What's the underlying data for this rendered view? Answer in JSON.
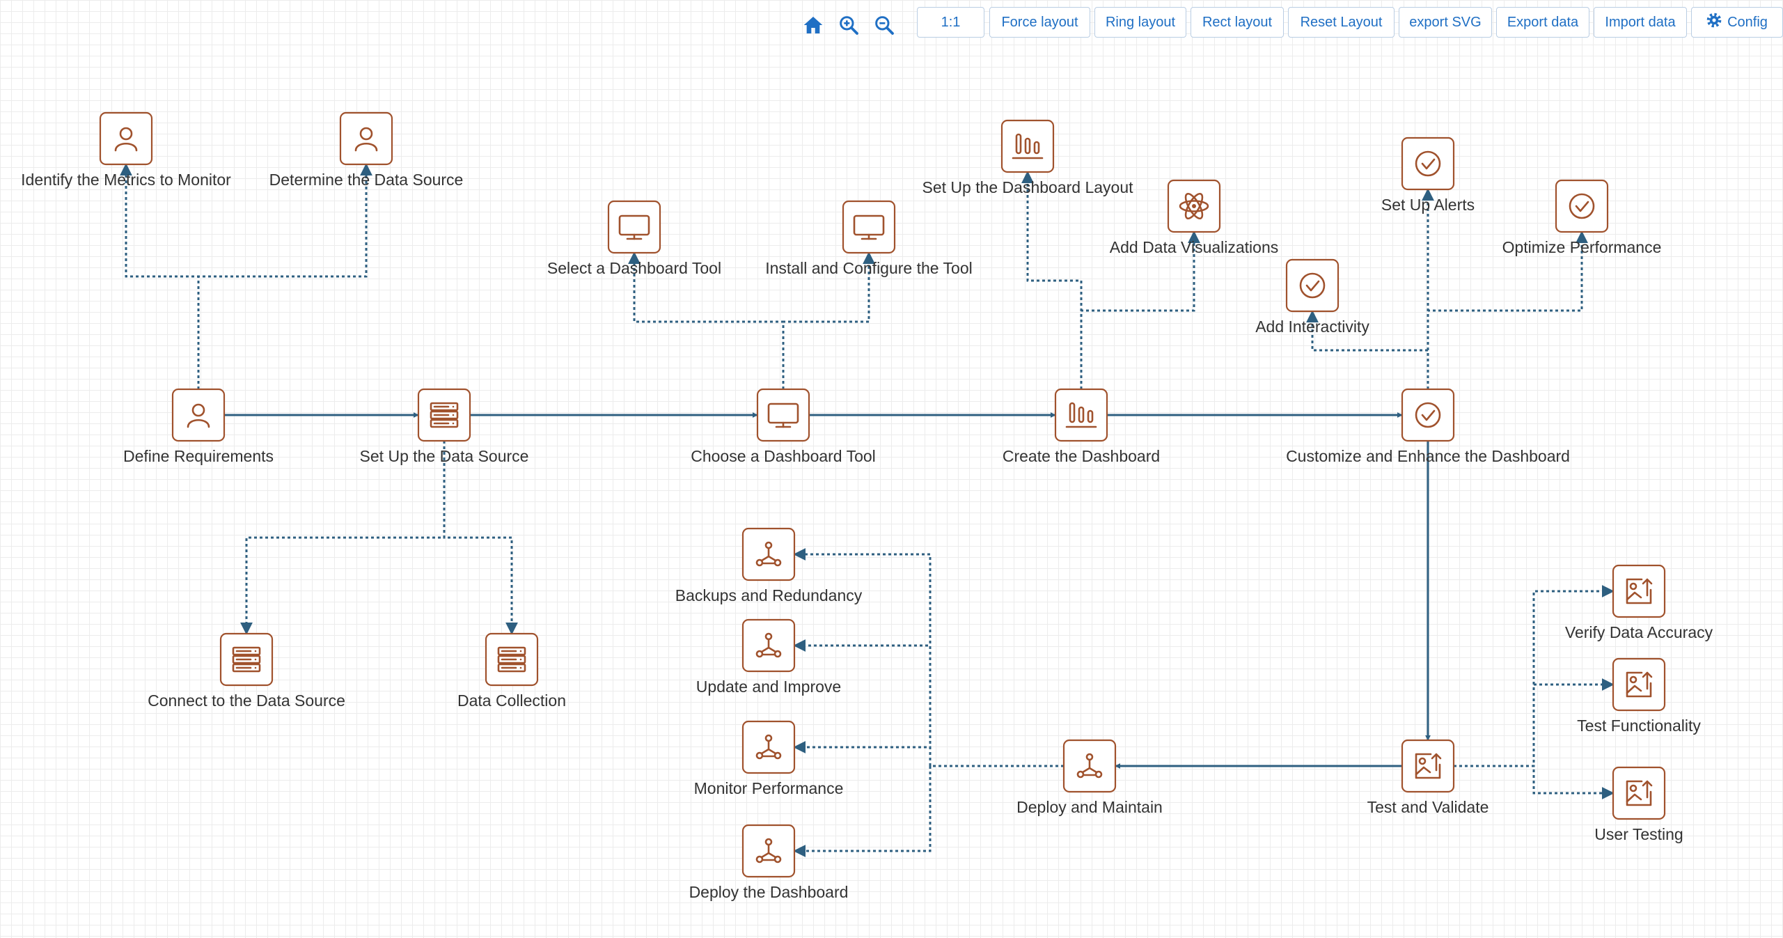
{
  "toolbar": {
    "home_icon": "home-icon",
    "zoom_in_icon": "zoom-in-icon",
    "zoom_out_icon": "zoom-out-icon",
    "buttons": [
      "1:1",
      "Force layout",
      "Ring layout",
      "Rect layout",
      "Reset Layout",
      "export SVG",
      "Export data",
      "Import data"
    ],
    "config_label": "Config",
    "config_icon": "gear-icon",
    "accent_color": "#1f6fc4"
  },
  "diagram": {
    "node_color": "#a0522d",
    "edge_color": "#2e5f80",
    "nodes": [
      {
        "id": "define_requirements",
        "label": "Define Requirements",
        "icon": "user"
      },
      {
        "id": "setup_data_source",
        "label": "Set Up the Data Source",
        "icon": "server"
      },
      {
        "id": "choose_dashboard_tool",
        "label": "Choose a Dashboard Tool",
        "icon": "monitor"
      },
      {
        "id": "create_dashboard",
        "label": "Create the Dashboard",
        "icon": "bar-chart"
      },
      {
        "id": "customize_enhance",
        "label": "Customize and Enhance the Dashboard",
        "icon": "check-circle"
      },
      {
        "id": "test_validate",
        "label": "Test and Validate",
        "icon": "image-upload"
      },
      {
        "id": "deploy_maintain",
        "label": "Deploy and Maintain",
        "icon": "network"
      },
      {
        "id": "identify_metrics",
        "label": "Identify the Metrics to Monitor",
        "icon": "user"
      },
      {
        "id": "determine_data_source",
        "label": "Determine the Data Source",
        "icon": "user"
      },
      {
        "id": "connect_data_source",
        "label": "Connect to the Data Source",
        "icon": "server"
      },
      {
        "id": "data_collection",
        "label": "Data Collection",
        "icon": "server"
      },
      {
        "id": "select_dashboard_tool",
        "label": "Select a Dashboard Tool",
        "icon": "monitor"
      },
      {
        "id": "install_configure_tool",
        "label": "Install and Configure the Tool",
        "icon": "monitor"
      },
      {
        "id": "setup_dashboard_layout",
        "label": "Set Up the Dashboard Layout",
        "icon": "bar-chart"
      },
      {
        "id": "add_data_visualizations",
        "label": "Add Data Visualizations",
        "icon": "atom"
      },
      {
        "id": "set_up_alerts",
        "label": "Set Up Alerts",
        "icon": "check-circle"
      },
      {
        "id": "add_interactivity",
        "label": "Add Interactivity",
        "icon": "check-circle"
      },
      {
        "id": "optimize_performance",
        "label": "Optimize Performance",
        "icon": "check-circle"
      },
      {
        "id": "verify_data_accuracy",
        "label": "Verify Data Accuracy",
        "icon": "image-upload"
      },
      {
        "id": "test_functionality",
        "label": "Test Functionality",
        "icon": "image-upload"
      },
      {
        "id": "user_testing",
        "label": "User Testing",
        "icon": "image-upload"
      },
      {
        "id": "backups_redundancy",
        "label": "Backups and Redundancy",
        "icon": "network"
      },
      {
        "id": "update_improve",
        "label": "Update and Improve",
        "icon": "network"
      },
      {
        "id": "monitor_performance",
        "label": "Monitor Performance",
        "icon": "network"
      },
      {
        "id": "deploy_dashboard",
        "label": "Deploy the Dashboard",
        "icon": "network"
      }
    ],
    "edges": [
      {
        "from": "define_requirements",
        "to": "setup_data_source",
        "style": "solid"
      },
      {
        "from": "setup_data_source",
        "to": "choose_dashboard_tool",
        "style": "solid"
      },
      {
        "from": "choose_dashboard_tool",
        "to": "create_dashboard",
        "style": "solid"
      },
      {
        "from": "create_dashboard",
        "to": "customize_enhance",
        "style": "solid"
      },
      {
        "from": "customize_enhance",
        "to": "test_validate",
        "style": "solid"
      },
      {
        "from": "test_validate",
        "to": "deploy_maintain",
        "style": "solid"
      },
      {
        "from": "define_requirements",
        "to": "identify_metrics",
        "style": "dotted"
      },
      {
        "from": "define_requirements",
        "to": "determine_data_source",
        "style": "dotted"
      },
      {
        "from": "setup_data_source",
        "to": "connect_data_source",
        "style": "dotted"
      },
      {
        "from": "setup_data_source",
        "to": "data_collection",
        "style": "dotted"
      },
      {
        "from": "choose_dashboard_tool",
        "to": "select_dashboard_tool",
        "style": "dotted"
      },
      {
        "from": "choose_dashboard_tool",
        "to": "install_configure_tool",
        "style": "dotted"
      },
      {
        "from": "create_dashboard",
        "to": "setup_dashboard_layout",
        "style": "dotted"
      },
      {
        "from": "create_dashboard",
        "to": "add_data_visualizations",
        "style": "dotted"
      },
      {
        "from": "customize_enhance",
        "to": "set_up_alerts",
        "style": "dotted"
      },
      {
        "from": "customize_enhance",
        "to": "add_interactivity",
        "style": "dotted"
      },
      {
        "from": "customize_enhance",
        "to": "optimize_performance",
        "style": "dotted"
      },
      {
        "from": "test_validate",
        "to": "verify_data_accuracy",
        "style": "dotted"
      },
      {
        "from": "test_validate",
        "to": "test_functionality",
        "style": "dotted"
      },
      {
        "from": "test_validate",
        "to": "user_testing",
        "style": "dotted"
      },
      {
        "from": "deploy_maintain",
        "to": "backups_redundancy",
        "style": "dotted"
      },
      {
        "from": "deploy_maintain",
        "to": "update_improve",
        "style": "dotted"
      },
      {
        "from": "deploy_maintain",
        "to": "monitor_performance",
        "style": "dotted"
      },
      {
        "from": "deploy_maintain",
        "to": "deploy_dashboard",
        "style": "dotted"
      }
    ]
  }
}
